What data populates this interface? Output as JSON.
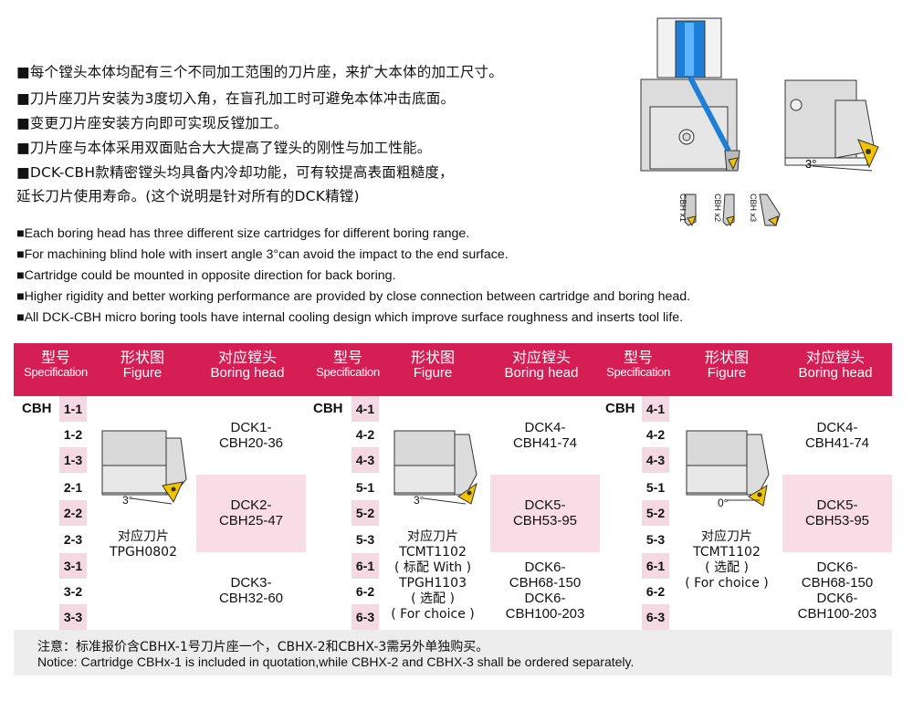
{
  "cn_lines": [
    "■每个镗头本体均配有三个不同加工范围的刀片座，来扩大本体的加工尺寸。",
    "■刀片座刀片安装为3度切入角，在盲孔加工时可避免本体冲击底面。",
    "■变更刀片座安装方向即可实现反镗加工。",
    "■刀片座与本体采用双面贴合大大提高了镗头的刚性与加工性能。",
    "■DCK-CBH款精密镗头均具备内冷却功能，可有较提高表面粗糙度，",
    "延长刀片使用寿命。(这个说明是针对所有的DCK精镗)"
  ],
  "en_lines": [
    "■Each boring head has three different size cartridges for different boring range.",
    "■For machining blind hole with insert angle 3°can avoid the impact to the end surface.",
    "■Cartridge could be mounted in opposite direction for back boring.",
    "■Higher rigidity and better working performance are provided by close connection between cartridge and boring head.",
    "■All DCK-CBH micro boring tools have internal cooling design which improve surface roughness and inserts tool life."
  ],
  "diagram": {
    "angle_label": "3°",
    "cartridge_labels": [
      "CBH x1",
      "CBH x2",
      "CBH x3"
    ]
  },
  "header": {
    "spec_cn": "型号",
    "spec_en": "Specification",
    "figure_cn": "形状图",
    "figure_en": "Figure",
    "head_cn": "对应镗头",
    "head_en": "Boring head"
  },
  "cbh_label": "CBH",
  "groups": [
    {
      "specs": [
        "1-1",
        "1-2",
        "1-3",
        "2-1",
        "2-2",
        "2-3",
        "3-1",
        "3-2",
        "3-3"
      ],
      "angle": "3°",
      "blade": "对应刀片\nTPGH0802",
      "heads": [
        "DCK1-\nCBH20-36",
        "DCK2-\nCBH25-47",
        "DCK3-\nCBH32-60"
      ]
    },
    {
      "specs": [
        "4-1",
        "4-2",
        "4-3",
        "5-1",
        "5-2",
        "5-3",
        "6-1",
        "6-2",
        "6-3"
      ],
      "angle": "3°",
      "blade": "对应刀片\nTCMT1102\n( 标配 With )\nTPGH1103\n( 选配 )\n( For choice )",
      "heads": [
        "DCK4-\nCBH41-74",
        "DCK5-\nCBH53-95",
        "DCK6-\nCBH68-150\nDCK6-\nCBH100-203"
      ]
    },
    {
      "specs": [
        "4-1",
        "4-2",
        "4-3",
        "5-1",
        "5-2",
        "5-3",
        "6-1",
        "6-2",
        "6-3"
      ],
      "angle": "0°",
      "blade": "对应刀片\nTCMT1102\n( 选配 )\n( For choice )",
      "heads": [
        "DCK4-\nCBH41-74",
        "DCK5-\nCBH53-95",
        "DCK6-\nCBH68-150\nDCK6-\nCBH100-203"
      ]
    }
  ],
  "notice": {
    "cn": "注意：标准报价含CBHX-1号刀片座一个，CBHX-2和CBHX-3需另外单独购买。",
    "en": "Notice: Cartridge CBHx-1 is included in quotation,while CBHX-2 and CBHX-3 shall be ordered separately."
  },
  "colors": {
    "accent": "#d51f54",
    "pink": "#f5d9e2",
    "insert": "#f3c300",
    "cartridge_blue": "#1e7fd6"
  }
}
